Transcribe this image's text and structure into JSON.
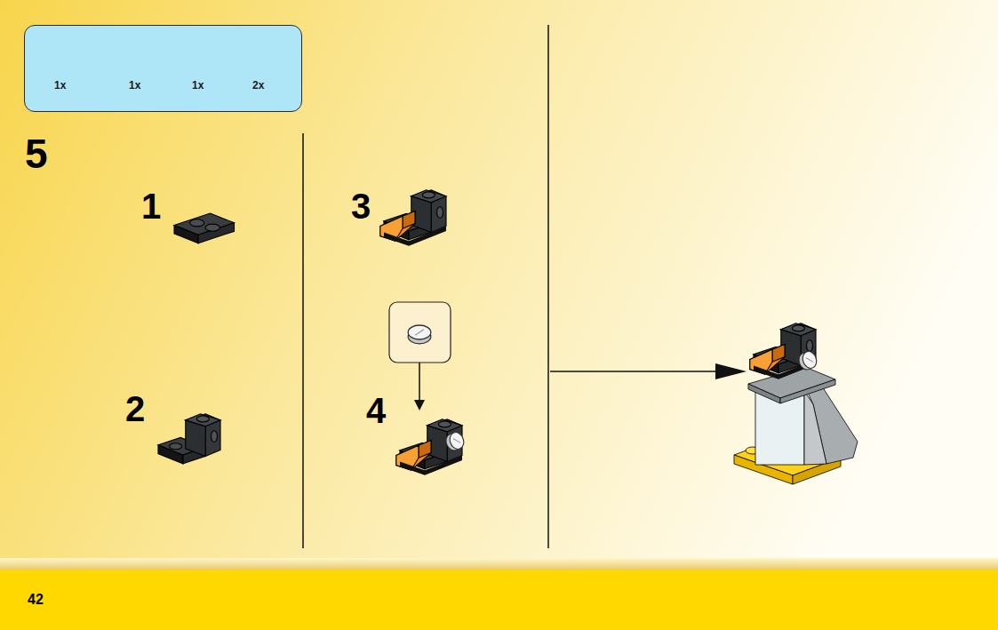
{
  "diagram": {
    "nodes": [
      {
        "text": [
          "1x",
          "1x",
          "1x",
          "2x"
        ]
      }
    ],
    "labels": [
      "5",
      "1",
      "2",
      "3",
      "4",
      "42"
    ]
  }
}
